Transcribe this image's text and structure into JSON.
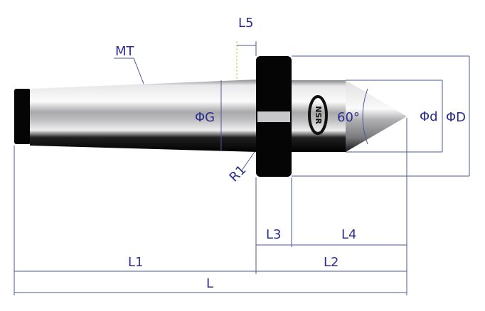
{
  "diagram": {
    "labels": {
      "mt": "MT",
      "l5": "L5",
      "phi_g": "ΦG",
      "r1": "R1",
      "angle": "60°",
      "phi_d_small": "Φd",
      "phi_d_large": "ΦD",
      "l3": "L3",
      "l4": "L4",
      "l1": "L1",
      "l2": "L2",
      "l": "L"
    },
    "logo_text": "NSR",
    "colors": {
      "label": "#2b2d8c",
      "flange": "#050505",
      "steel": "#c9c9cb"
    }
  }
}
